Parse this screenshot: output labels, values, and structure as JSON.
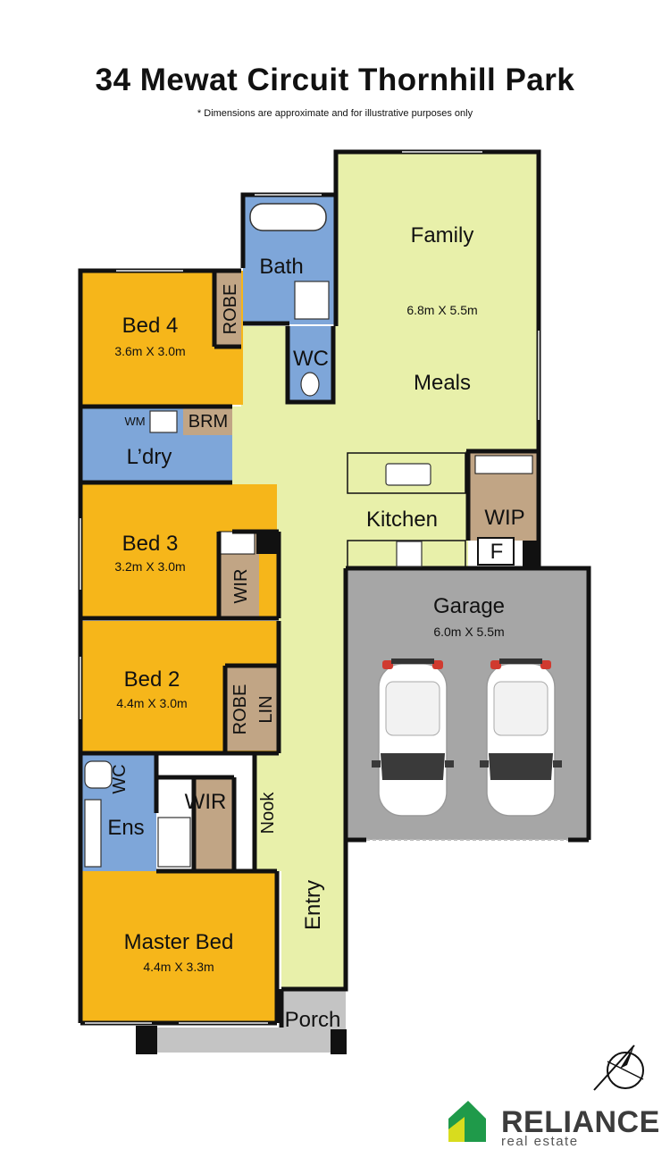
{
  "header": {
    "title": "34 Mewat Circuit Thornhill Park",
    "disclaimer": "* Dimensions are approximate and for illustrative purposes only"
  },
  "rooms": {
    "family": {
      "name": "Family",
      "dims": "6.8m X 5.5m"
    },
    "meals": {
      "name": "Meals"
    },
    "kitchen": {
      "name": "Kitchen"
    },
    "wip": {
      "name": "WIP"
    },
    "fridge": {
      "name": "F"
    },
    "garage": {
      "name": "Garage",
      "dims": "6.0m X 5.5m"
    },
    "bath": {
      "name": "Bath"
    },
    "wc_main": {
      "name": "WC"
    },
    "bed4": {
      "name": "Bed 4",
      "dims": "3.6m X 3.0m"
    },
    "robe_bed4": {
      "name": "ROBE"
    },
    "laundry": {
      "name": "L’dry"
    },
    "wm": {
      "name": "WM"
    },
    "brm": {
      "name": "BRM"
    },
    "bed3": {
      "name": "Bed 3",
      "dims": "3.2m X 3.0m"
    },
    "wir_bed3": {
      "name": "WIR"
    },
    "bed2": {
      "name": "Bed 2",
      "dims": "4.4m X 3.0m"
    },
    "robe_bed2": {
      "name": "ROBE"
    },
    "lin": {
      "name": "LIN"
    },
    "wc_ens": {
      "name": "WC"
    },
    "ens": {
      "name": "Ens"
    },
    "wir_master": {
      "name": "WIR"
    },
    "nook": {
      "name": "Nook"
    },
    "entry": {
      "name": "Entry"
    },
    "master": {
      "name": "Master Bed",
      "dims": "4.4m X 3.3m"
    },
    "porch": {
      "name": "Porch"
    }
  },
  "colors": {
    "living": "#e8f0aa",
    "bedroom": "#f6b61a",
    "wet": "#7ea6d9",
    "storage": "#c1a585",
    "garage": "#a6a6a6",
    "porch": "#c4c4c4",
    "wall": "#111111",
    "logo_green": "#1f9a4a",
    "logo_yellow": "#d8dc1e"
  },
  "logo": {
    "name": "RELIANCE",
    "sub": "real estate"
  },
  "icons": [
    "compass-icon",
    "car-icon",
    "bathtub-icon",
    "toilet-icon",
    "sink-icon",
    "cooktop-icon",
    "shower-icon"
  ]
}
